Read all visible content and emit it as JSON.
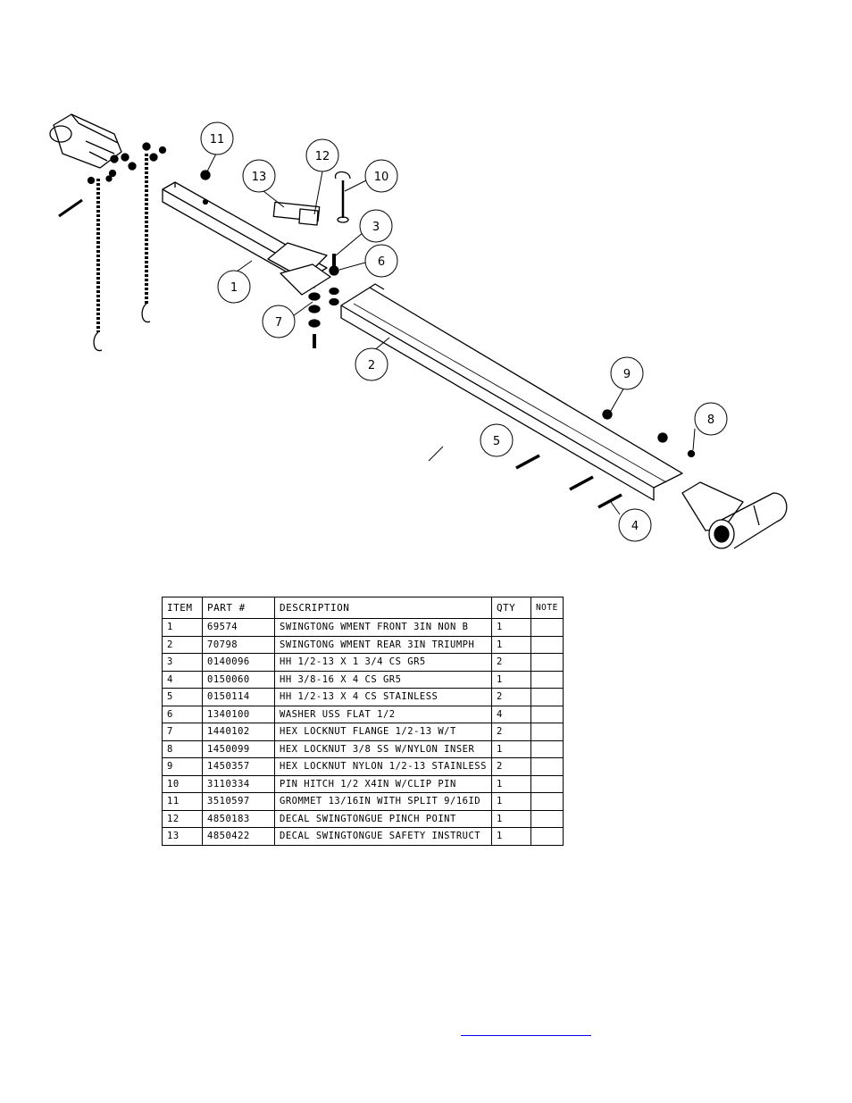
{
  "diagram": {
    "callouts": [
      {
        "label": "1"
      },
      {
        "label": "2"
      },
      {
        "label": "3"
      },
      {
        "label": "4"
      },
      {
        "label": "5"
      },
      {
        "label": "6"
      },
      {
        "label": "7"
      },
      {
        "label": "8"
      },
      {
        "label": "9"
      },
      {
        "label": "10"
      },
      {
        "label": "11"
      },
      {
        "label": "12"
      },
      {
        "label": "13"
      }
    ]
  },
  "table": {
    "headers": [
      "ITEM",
      "PART #",
      "DESCRIPTION",
      "QTY",
      "NOTE"
    ],
    "rows": [
      {
        "item": "1",
        "part": "69574",
        "desc": "SWINGTONG WMENT FRONT 3IN NON B",
        "qty": "1",
        "note": ""
      },
      {
        "item": "2",
        "part": "70798",
        "desc": "SWINGTONG WMENT REAR 3IN TRIUMPH",
        "qty": "1",
        "note": ""
      },
      {
        "item": "3",
        "part": "0140096",
        "desc": "HH 1/2-13 X 1 3/4 CS GR5",
        "qty": "2",
        "note": ""
      },
      {
        "item": "4",
        "part": "0150060",
        "desc": "HH 3/8-16 X 4 CS GR5",
        "qty": "1",
        "note": ""
      },
      {
        "item": "5",
        "part": "0150114",
        "desc": "HH 1/2-13 X 4 CS STAINLESS",
        "qty": "2",
        "note": ""
      },
      {
        "item": "6",
        "part": "1340100",
        "desc": "WASHER USS FLAT 1/2",
        "qty": "4",
        "note": ""
      },
      {
        "item": "7",
        "part": "1440102",
        "desc": "HEX LOCKNUT FLANGE 1/2-13 W/T",
        "qty": "2",
        "note": ""
      },
      {
        "item": "8",
        "part": "1450099",
        "desc": "HEX LOCKNUT 3/8 SS W/NYLON INSER",
        "qty": "1",
        "note": ""
      },
      {
        "item": "9",
        "part": "1450357",
        "desc": "HEX LOCKNUT NYLON 1/2-13 STAINLESS",
        "qty": "2",
        "note": ""
      },
      {
        "item": "10",
        "part": "3110334",
        "desc": "PIN HITCH 1/2 X4IN W/CLIP PIN",
        "qty": "1",
        "note": ""
      },
      {
        "item": "11",
        "part": "3510597",
        "desc": "GROMMET 13/16IN  WITH SPLIT 9/16ID",
        "qty": "1",
        "note": ""
      },
      {
        "item": "12",
        "part": "4850183",
        "desc": "DECAL SWINGTONGUE PINCH POINT",
        "qty": "1",
        "note": ""
      },
      {
        "item": "13",
        "part": "4850422",
        "desc": "DECAL SWINGTONGUE SAFETY INSTRUCT",
        "qty": "1",
        "note": ""
      }
    ]
  }
}
